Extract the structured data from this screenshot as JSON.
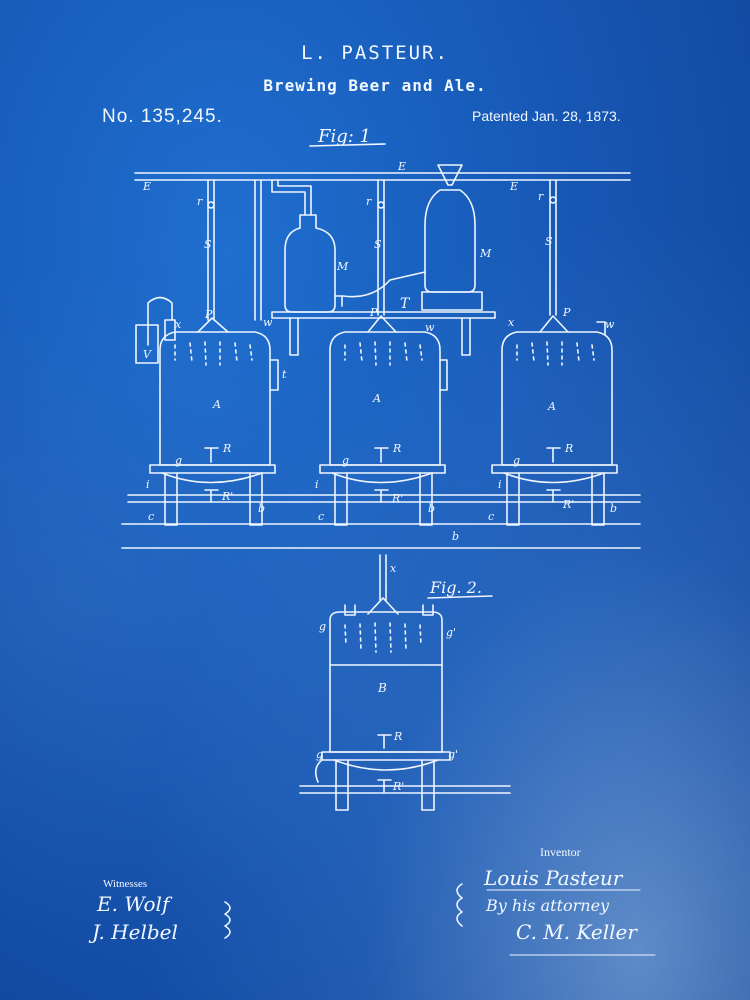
{
  "header": {
    "inventor": "L. PASTEUR.",
    "title": "Brewing Beer and Ale.",
    "patent_number": "No. 135,245.",
    "patent_date": "Patented Jan. 28, 1873."
  },
  "figures": {
    "fig1_label": "Fig: 1",
    "fig2_label": "Fig. 2."
  },
  "labels": {
    "E": "E",
    "r": "r",
    "S": "S",
    "M": "M",
    "T": "T",
    "P": "P",
    "V": "V",
    "w": "w",
    "t": "t",
    "A": "A",
    "R": "R",
    "R1": "R'",
    "g": "g",
    "g1": "g'",
    "c": "c",
    "b": "b",
    "i": "i",
    "x": "x",
    "B": "B"
  },
  "footer": {
    "witnesses_label": "Witnesses",
    "witness_1": "E. Wolf",
    "witness_2": "J. Helbel",
    "inventor_label": "Inventor",
    "signature": "Louis Pasteur",
    "attorney_line": "By his attorney",
    "attorney_name": "C. M. Keller"
  },
  "colors": {
    "paper": "#1758b5",
    "ink": "#f2f8ff"
  }
}
